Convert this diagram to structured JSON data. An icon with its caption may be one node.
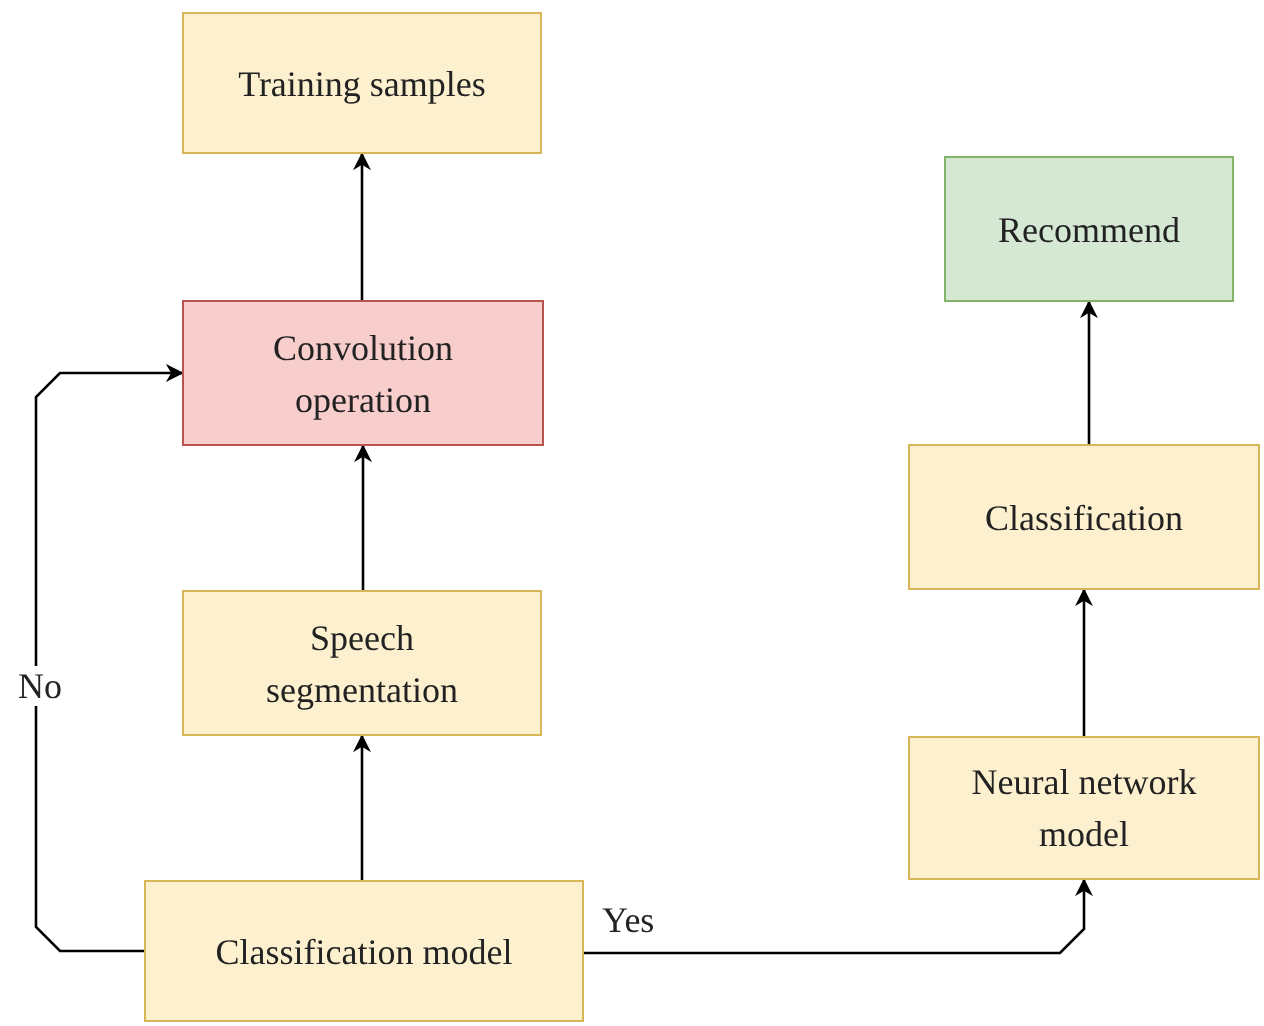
{
  "diagram": {
    "nodes": [
      {
        "text": [
          "Training samples"
        ]
      },
      {
        "text": [
          "Convolution operation"
        ]
      },
      {
        "text": [
          "Speech segmentation"
        ]
      },
      {
        "text": [
          "Classification model"
        ]
      },
      {
        "text": [
          "Recommend"
        ]
      },
      {
        "text": [
          "Classification"
        ]
      },
      {
        "text": [
          "Neural network model"
        ]
      }
    ],
    "edges": [
      {
        "from": 3,
        "to": 2,
        "arrow": "to"
      },
      {
        "from": 2,
        "to": 1,
        "arrow": "to"
      },
      {
        "from": 1,
        "to": 0,
        "arrow": "to"
      },
      {
        "from": 3,
        "to": 1,
        "arrow": "to",
        "label": "No"
      },
      {
        "from": 3,
        "to": 6,
        "arrow": "to",
        "label": "Yes"
      },
      {
        "from": 6,
        "to": 5,
        "arrow": "to"
      },
      {
        "from": 5,
        "to": 4,
        "arrow": "to"
      }
    ]
  }
}
